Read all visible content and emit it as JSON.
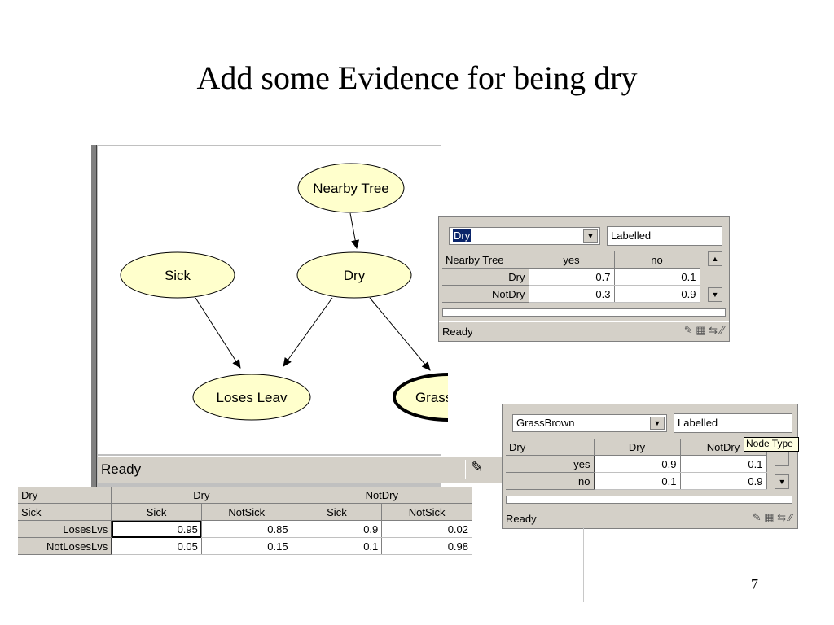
{
  "slide": {
    "title": "Add some Evidence for being dry",
    "page_number": "7"
  },
  "network": {
    "nodes": {
      "nearby_tree": "Nearby Tree",
      "sick": "Sick",
      "dry": "Dry",
      "loses_leaves": "Loses Leav",
      "grass_brown": "GrassBrow"
    },
    "status": "Ready",
    "node_fill": "#ffffcc",
    "selected_node": "grass_brown"
  },
  "loses_table": {
    "row1": [
      "Dry",
      "Dry",
      "NotDry"
    ],
    "row2": [
      "Sick",
      "Sick",
      "NotSick",
      "Sick",
      "NotSick"
    ],
    "rows": [
      {
        "label": "LosesLvs",
        "values": [
          "0.95",
          "0.85",
          "0.9",
          "0.02"
        ]
      },
      {
        "label": "NotLosesLvs",
        "values": [
          "0.05",
          "0.15",
          "0.1",
          "0.98"
        ]
      }
    ]
  },
  "dry_dialog": {
    "node_select": "Dry",
    "mode": "Labelled",
    "header": [
      "Nearby Tree",
      "yes",
      "no"
    ],
    "rows": [
      {
        "label": "Dry",
        "values": [
          "0.7",
          "0.1"
        ]
      },
      {
        "label": "NotDry",
        "values": [
          "0.3",
          "0.9"
        ]
      }
    ],
    "status": "Ready"
  },
  "grass_dialog": {
    "node_select": "GrassBrown",
    "mode": "Labelled",
    "header": [
      "Dry",
      "Dry",
      "NotDry"
    ],
    "rows": [
      {
        "label": "yes",
        "values": [
          "0.9",
          "0.1"
        ]
      },
      {
        "label": "no",
        "values": [
          "0.1",
          "0.9"
        ]
      }
    ],
    "tooltip": "Node Type",
    "status": "Ready"
  }
}
